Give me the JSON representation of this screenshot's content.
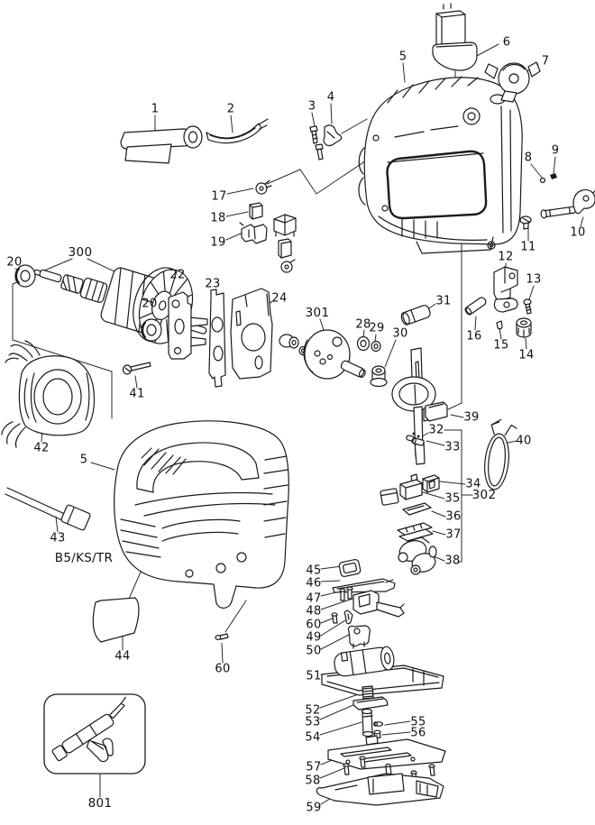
{
  "diagram": {
    "kind": "exploded-parts-diagram",
    "subject": "jigsaw power tool service parts view"
  },
  "callouts": {
    "c1": "1",
    "c2": "2",
    "c3": "3",
    "c4": "4",
    "c5a": "5",
    "c5b": "5",
    "c6": "6",
    "c7": "7",
    "c8": "8",
    "c9": "9",
    "c10": "10",
    "c11": "11",
    "c12": "12",
    "c13": "13",
    "c14": "14",
    "c15": "15",
    "c16": "16",
    "c17": "17",
    "c18": "18",
    "c19": "19",
    "c20a": "20",
    "c20b": "20",
    "c22": "22",
    "c23": "23",
    "c24": "24",
    "c28": "28",
    "c29": "29",
    "c30": "30",
    "c31": "31",
    "c32": "32",
    "c33": "33",
    "c34": "34",
    "c35": "35",
    "c36": "36",
    "c37": "37",
    "c38": "38",
    "c39": "39",
    "c40": "40",
    "c41": "41",
    "c42": "42",
    "c43": "43",
    "c44": "44",
    "c45": "45",
    "c46": "46",
    "c47": "47",
    "c48": "48",
    "c49": "49",
    "c50": "50",
    "c51": "51",
    "c52": "52",
    "c53": "53",
    "c54": "54",
    "c55": "55",
    "c56": "56",
    "c57": "57",
    "c58": "58",
    "c59": "59",
    "c60a": "60",
    "c60b": "60",
    "c300": "300",
    "c301": "301",
    "c302": "302",
    "c801": "801",
    "code": "B5/KS/TR"
  }
}
